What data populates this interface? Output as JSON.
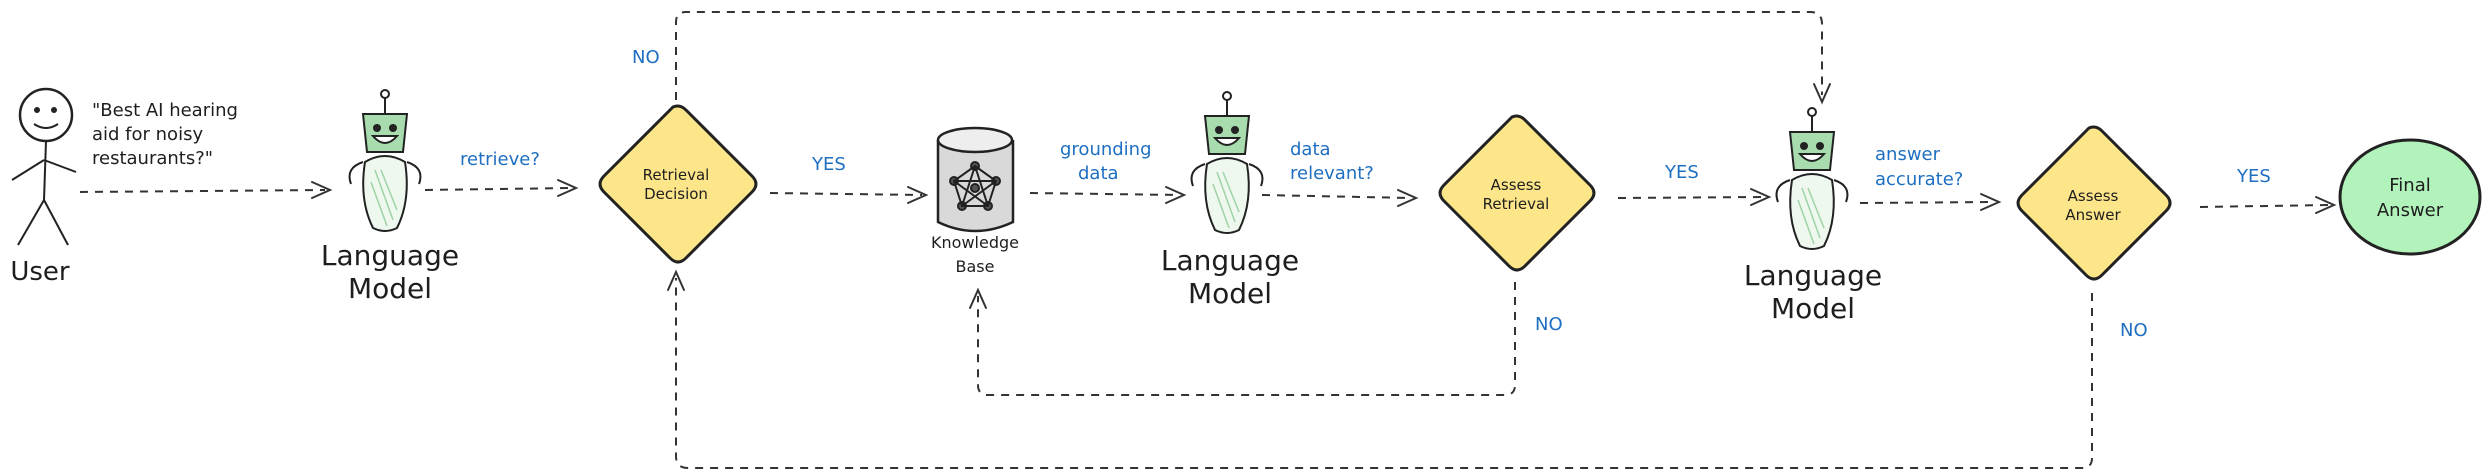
{
  "user": {
    "label": "User",
    "quote_lines": [
      "\"Best AI hearing",
      "aid for noisy",
      "restaurants?\""
    ]
  },
  "language_models": [
    {
      "lines": [
        "Language",
        "Model"
      ]
    },
    {
      "lines": [
        "Language",
        "Model"
      ]
    },
    {
      "lines": [
        "Language",
        "Model"
      ]
    }
  ],
  "decisions": {
    "retrieval_decision": [
      "Retrieval",
      "Decision"
    ],
    "assess_retrieval": [
      "Assess",
      "Retrieval"
    ],
    "assess_answer": [
      "Assess",
      "Answer"
    ]
  },
  "knowledge_base": [
    "Knowledge",
    "Base"
  ],
  "final_answer": [
    "Final",
    "Answer"
  ],
  "edge_labels": {
    "retrieve": "retrieve?",
    "yes_1": "YES",
    "grounding_data": [
      "grounding",
      "data"
    ],
    "data_relevant": [
      "data",
      "relevant?"
    ],
    "yes_2": "YES",
    "answer_accurate": [
      "answer",
      "accurate?"
    ],
    "yes_3": "YES",
    "no_top": "NO",
    "no_retrieval": "NO",
    "no_answer": "NO"
  },
  "colors": {
    "decision_fill": "#fde58a",
    "final_fill": "#b2f2bb",
    "robot_head": "#a8dcae",
    "label_blue": "#1e6fc2"
  }
}
